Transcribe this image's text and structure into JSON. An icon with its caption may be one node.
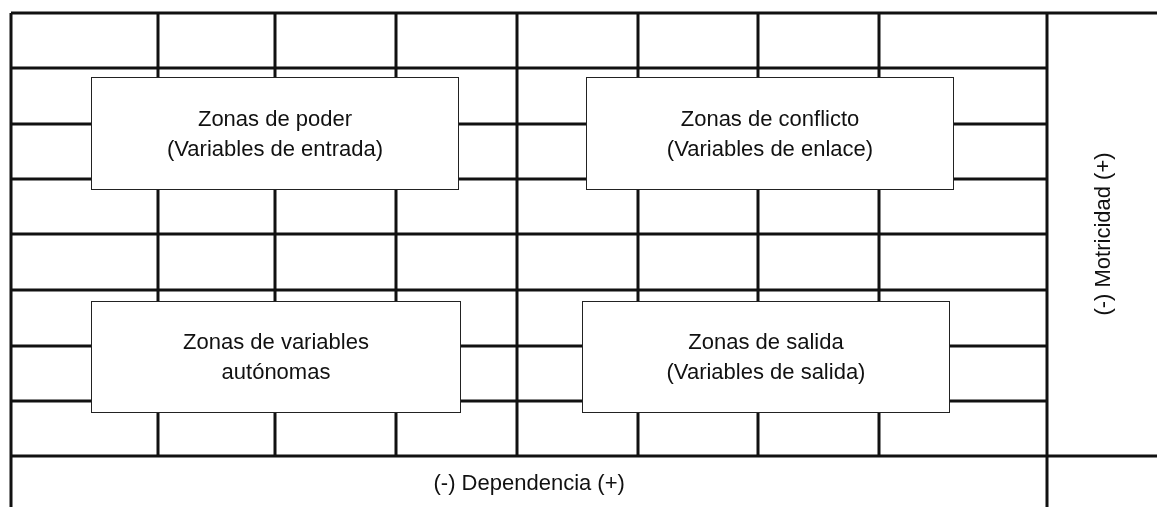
{
  "diagram": {
    "nodes": [
      {
        "text": [
          "Zonas de poder",
          "(Variables de entrada)"
        ]
      },
      {
        "text": [
          "Zonas de conflicto",
          "(Variables de enlace)"
        ]
      },
      {
        "text": [
          "Zonas de variables autónomas"
        ]
      },
      {
        "text": [
          "Zonas de salida",
          "(Variables de salida)"
        ]
      }
    ],
    "labels": [
      "(-) Motricidad (+)",
      "(-) Dependencia (+)"
    ]
  }
}
